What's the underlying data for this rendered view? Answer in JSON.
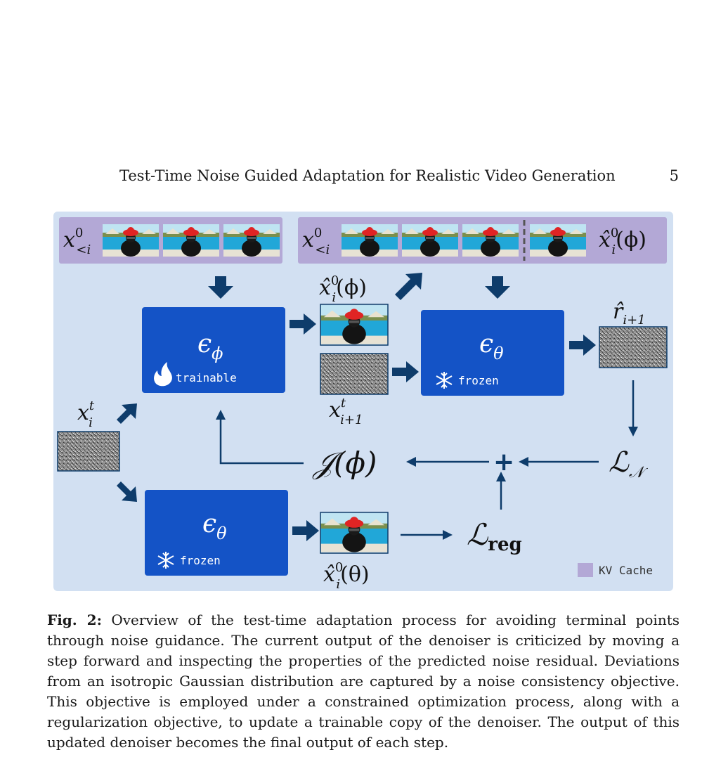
{
  "header": {
    "running_title": "Test-Time Noise Guided Adaptation for Realistic Video Generation",
    "page_number": "5"
  },
  "figure": {
    "top_left_label": "x",
    "top_left_sup": "0",
    "top_left_sub": "<i",
    "top_right_label": "x",
    "top_right_sup": "0",
    "top_right_sub": "<i",
    "top_right_hat_label": "x̂",
    "top_right_hat_sup": "0",
    "top_right_hat_sub": "i",
    "top_right_hat_arg": "(ϕ)",
    "eps_phi": "ϵ",
    "eps_phi_sub": "ϕ",
    "trainable_label": "trainable",
    "eps_theta_top": "ϵ",
    "eps_theta_top_sub": "θ",
    "frozen_label_top": "frozen",
    "eps_theta_bottom": "ϵ",
    "eps_theta_bottom_sub": "θ",
    "frozen_label_bottom": "frozen",
    "xhat_phi_mid": "x̂",
    "xhat_phi_mid_sup": "0",
    "xhat_phi_mid_sub": "i",
    "xhat_phi_mid_arg": "(ϕ)",
    "x_next": "x",
    "x_next_sup": "t",
    "x_next_sub": "i+1",
    "r_hat": "r̂",
    "r_hat_sub": "i+1",
    "x_it": "x",
    "x_it_sup": "t",
    "x_it_sub": "i",
    "J_phi": "𝒥(ϕ)",
    "L_N": "ℒ",
    "L_N_sub": "𝒩",
    "L_reg": "ℒ",
    "L_reg_sub": "reg",
    "xhat_theta": "x̂",
    "xhat_theta_sup": "0",
    "xhat_theta_sub": "i",
    "xhat_theta_arg": "(θ)",
    "plus": "+",
    "legend_label": "KV Cache",
    "colors": {
      "panel": "#d2e0f2",
      "kv": "#b3a8d6",
      "block": "#1453c6",
      "arrow": "#0e3c6b",
      "legend_swatch": "#b3a8d6"
    },
    "icons": [
      "fire-icon",
      "snowflake-icon",
      "noise-image",
      "video-frame-image"
    ]
  },
  "caption": {
    "label": "Fig. 2:",
    "text": "Overview of the test-time adaptation process for avoiding terminal points through noise guidance. The current output of the denoiser is criticized by moving a step forward and inspecting the properties of the predicted noise residual. Deviations from an isotropic Gaussian distribution are captured by a noise consistency objective. This objective is employed under a constrained optimization process, along with a regularization objective, to update a trainable copy of the denoiser. The output of this updated denoiser becomes the final output of each step."
  }
}
